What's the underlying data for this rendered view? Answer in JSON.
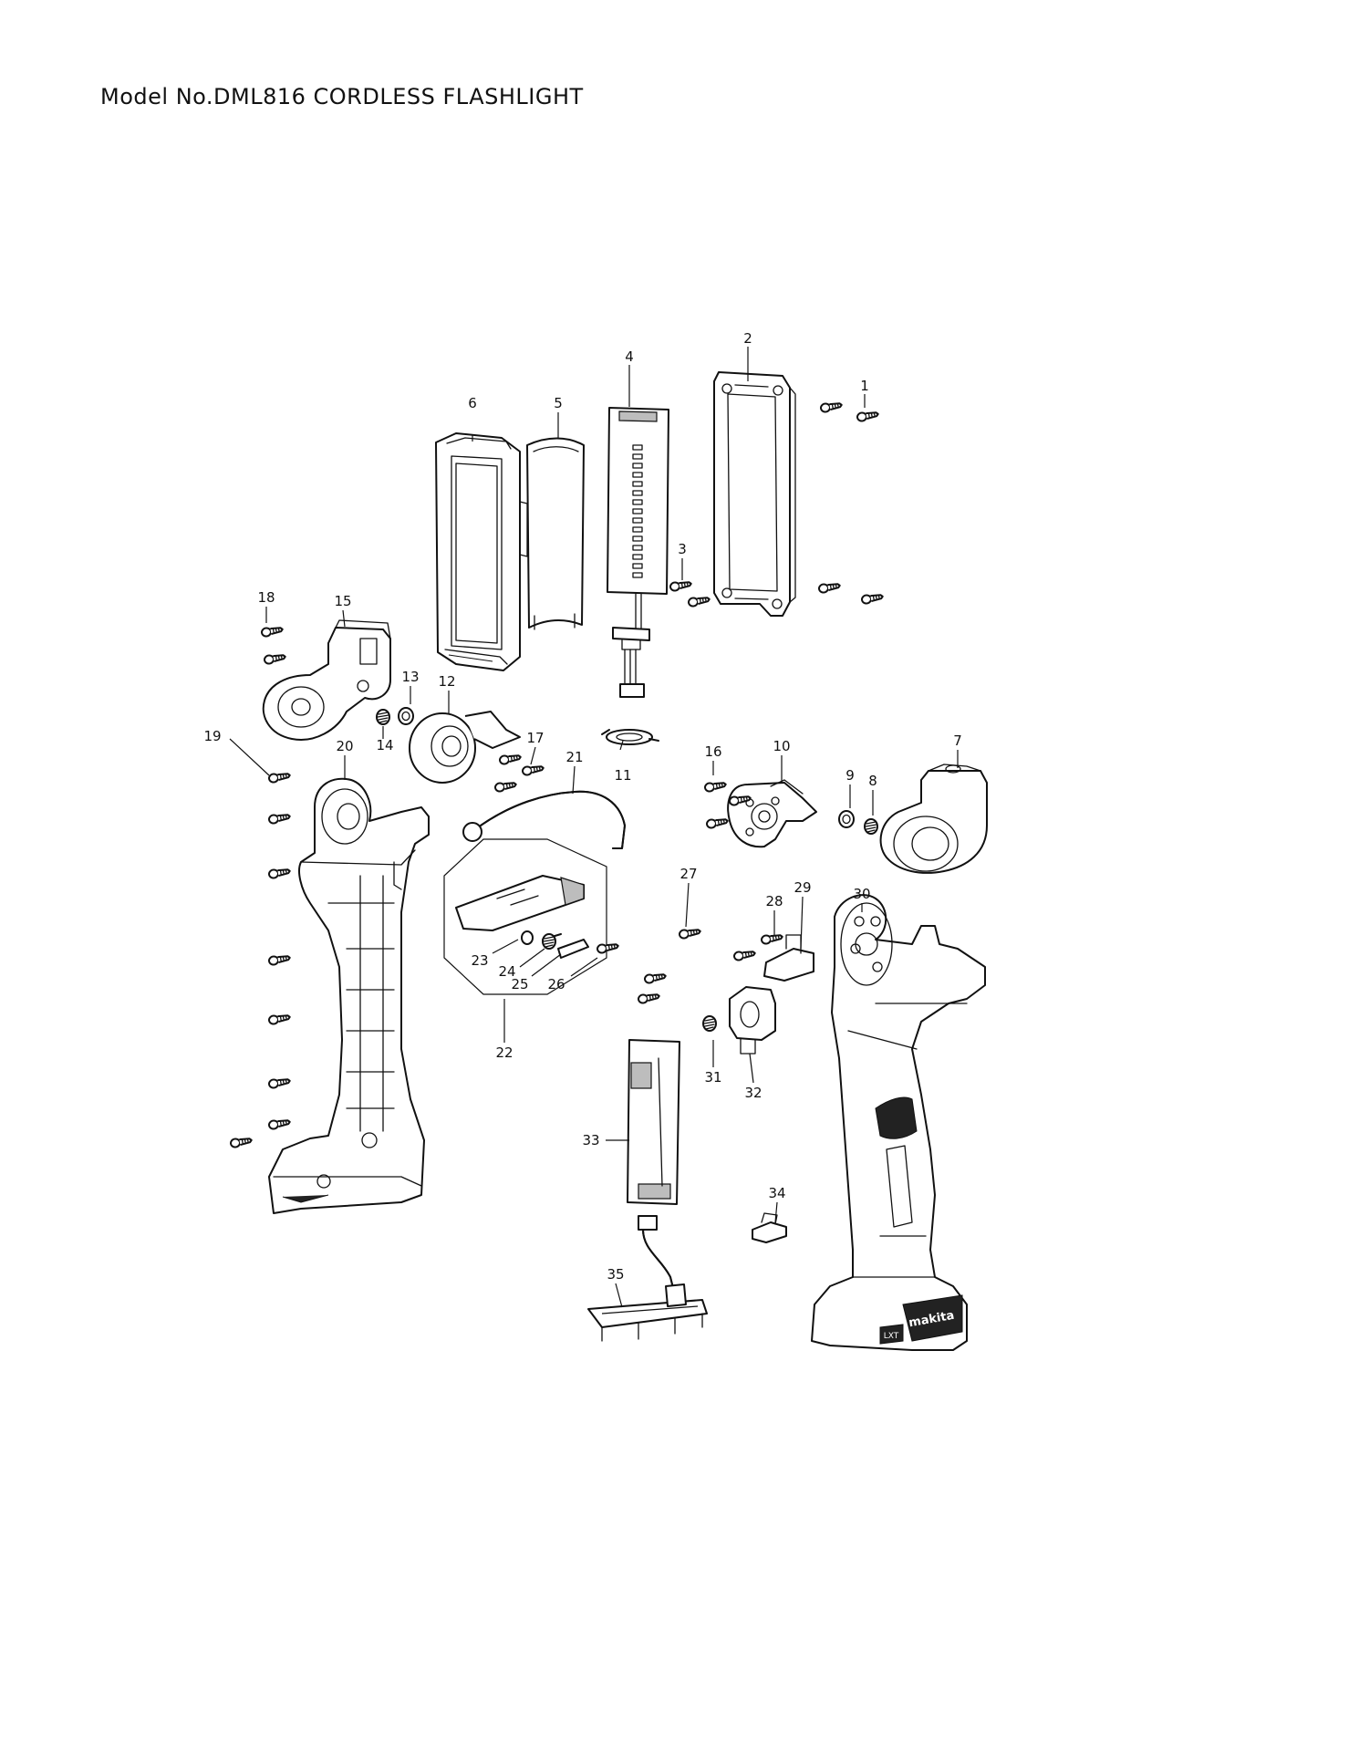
{
  "title": "Model No.DML816 CORDLESS FLASHLIGHT",
  "callouts": {
    "c1": "1",
    "c2": "2",
    "c3": "3",
    "c4": "4",
    "c5": "5",
    "c6": "6",
    "c7": "7",
    "c8": "8",
    "c9": "9",
    "c10": "10",
    "c11": "11",
    "c12": "12",
    "c13": "13",
    "c14": "14",
    "c15": "15",
    "c16": "16",
    "c17": "17",
    "c18": "18",
    "c19": "19",
    "c20": "20",
    "c21": "21",
    "c22": "22",
    "c23": "23",
    "c24": "24",
    "c25": "25",
    "c26": "26",
    "c27": "27",
    "c28": "28",
    "c29": "29",
    "c30": "30",
    "c31": "31",
    "c32": "32",
    "c33": "33",
    "c34": "34",
    "c35": "35"
  },
  "branding": {
    "brand_logo_text": "makita",
    "battery_badge_text": "LXT"
  }
}
